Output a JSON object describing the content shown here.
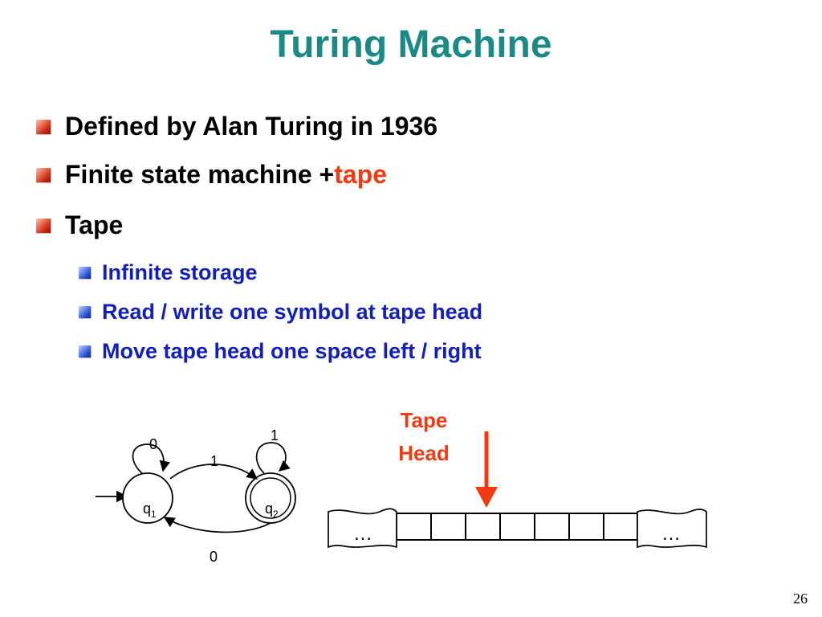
{
  "slide": {
    "title": "Turing Machine",
    "bullets": [
      {
        "text": "Defined by Alan Turing in 1936"
      },
      {
        "prefix": "Finite state machine + ",
        "highlight": "tape"
      },
      {
        "text": "Tape"
      }
    ],
    "sub_bullets": [
      "Infinite storage",
      "Read / write one symbol at tape head",
      "Move tape head one space left / right"
    ],
    "page_number": "26"
  },
  "state_diagram": {
    "states": [
      {
        "base": "q",
        "subscript": "1"
      },
      {
        "base": "q",
        "subscript": "2"
      }
    ],
    "transitions": {
      "q1_self_label": "0",
      "q1_to_q2_label": "1",
      "q2_self_label": "1",
      "q2_to_q1_label": "0"
    }
  },
  "tape": {
    "left_ellipsis": "…",
    "right_ellipsis": "…",
    "head_label_line_1": "Tape",
    "head_label_line_2": "Head"
  },
  "colors": {
    "title": "#1b8a86",
    "sub_bullet_text": "#1320b8",
    "highlight": "#f23a12",
    "tape_head_arrow": "#f23a12"
  }
}
